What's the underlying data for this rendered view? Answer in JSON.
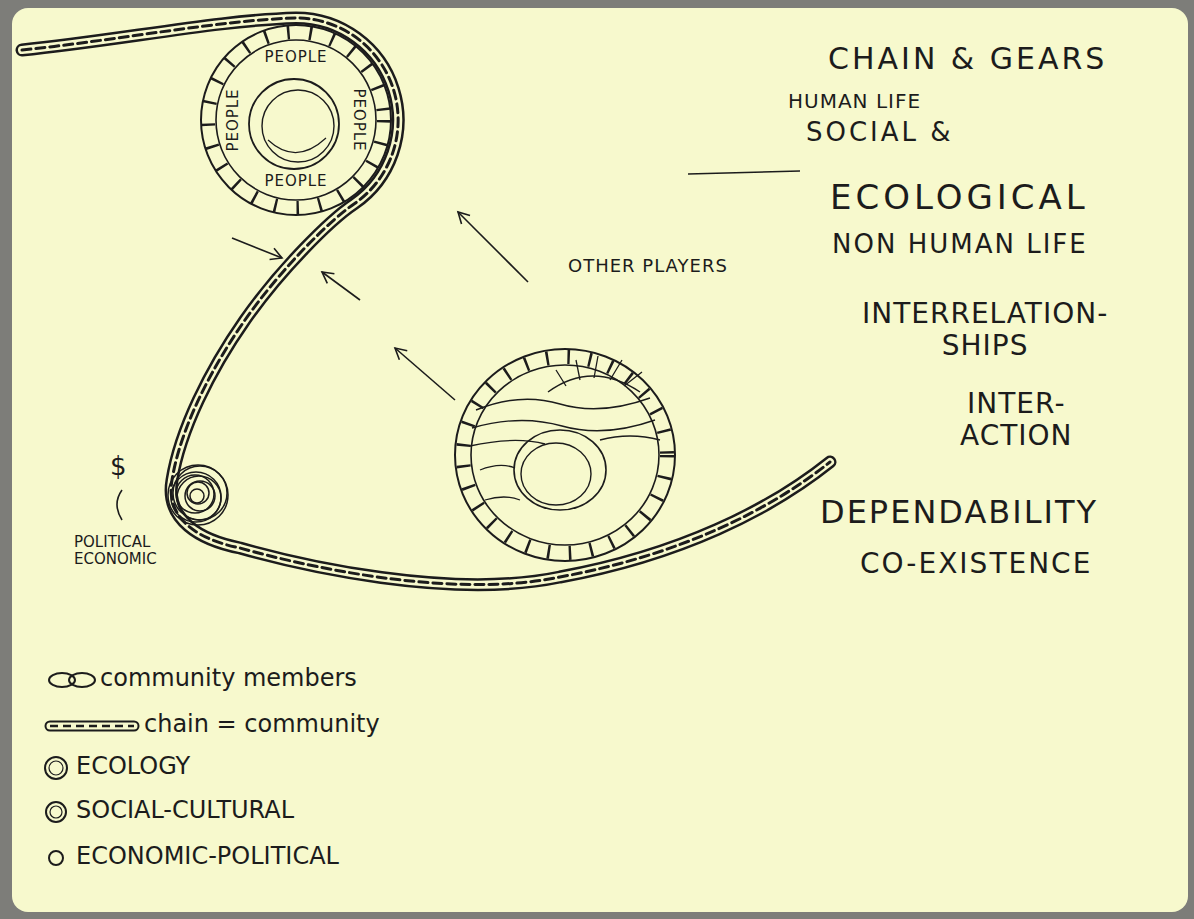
{
  "diagram": {
    "nodes": [
      {
        "text": [
          "PEOPLE",
          "PEOPLE",
          "PEOPLE",
          "PEOPLE"
        ]
      },
      {
        "text": [
          "$",
          "POLITICAL ECONOMIC"
        ]
      }
    ],
    "labels": [
      "CHAIN & GEARS",
      "HUMAN LIFE",
      "SOCIAL &",
      "ECOLOGICAL",
      "NON HUMAN LIFE",
      "INTERRELATION- SHIPS",
      "INTER- ACTION",
      "DEPENDABILITY",
      "CO-EXISTENCE",
      "OTHER PLAYERS"
    ],
    "legend": [
      {
        "text": "community members"
      },
      {
        "text": "chain = community"
      },
      {
        "text": "ECOLOGY"
      },
      {
        "text": "SOCIAL-CULTURAL"
      },
      {
        "text": "ECONOMIC-POLITICAL"
      }
    ]
  }
}
